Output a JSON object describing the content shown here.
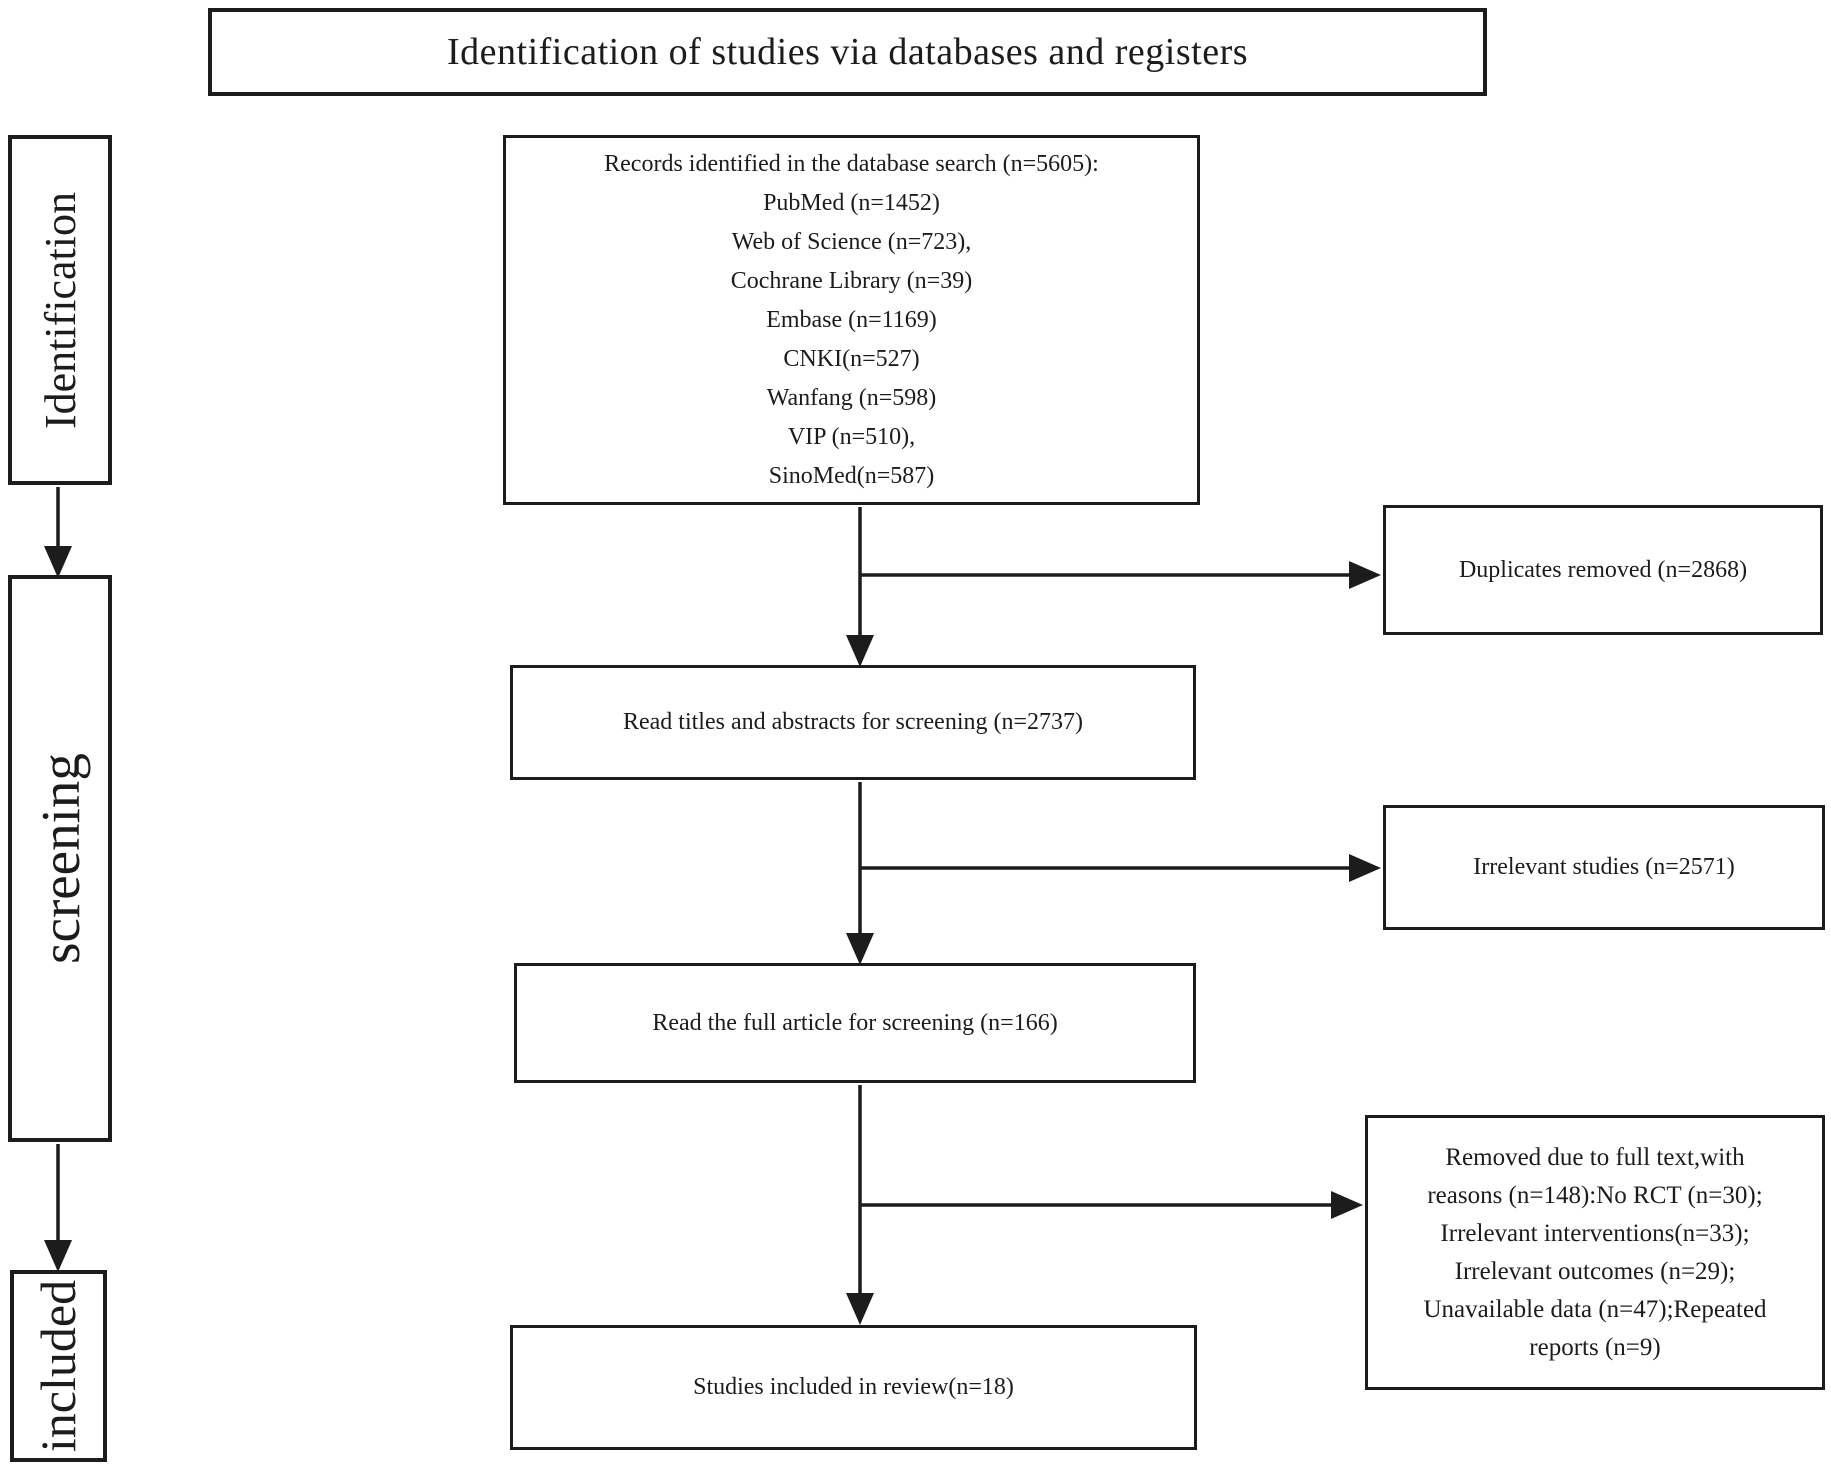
{
  "title": "Identification of studies via databases and registers",
  "stage_labels": {
    "identification": "Identification",
    "screening": "screening",
    "included": "included"
  },
  "flow": {
    "records": {
      "heading": "Records identified in the database search (n=5605):",
      "sources": [
        "PubMed (n=1452)",
        "Web of Science (n=723),",
        "Cochrane Library (n=39)",
        "Embase (n=1169)",
        "CNKI(n=527)",
        "Wanfang (n=598)",
        "VIP (n=510),",
        "SinoMed(n=587)"
      ]
    },
    "screening_titles": {
      "label": "Read titles and abstracts for screening (n=2737)"
    },
    "screening_full": {
      "label": "Read the full article for screening (n=166)"
    },
    "included_review": {
      "label": "Studies included in review(n=18)"
    },
    "excluded_duplicates": {
      "label": "Duplicates removed (n=2868)"
    },
    "excluded_irrelevant": {
      "label": "Irrelevant studies (n=2571)"
    },
    "excluded_fulltext": {
      "lines": [
        "Removed due to full text,with",
        "reasons (n=148):No RCT (n=30);",
        "Irrelevant interventions(n=33);",
        "Irrelevant outcomes (n=29);",
        "Unavailable data (n=47);Repeated",
        "reports (n=9)"
      ]
    }
  },
  "colors": {
    "line": "#1c1c1c",
    "background": "#ffffff",
    "text": "#1c1c1c"
  }
}
